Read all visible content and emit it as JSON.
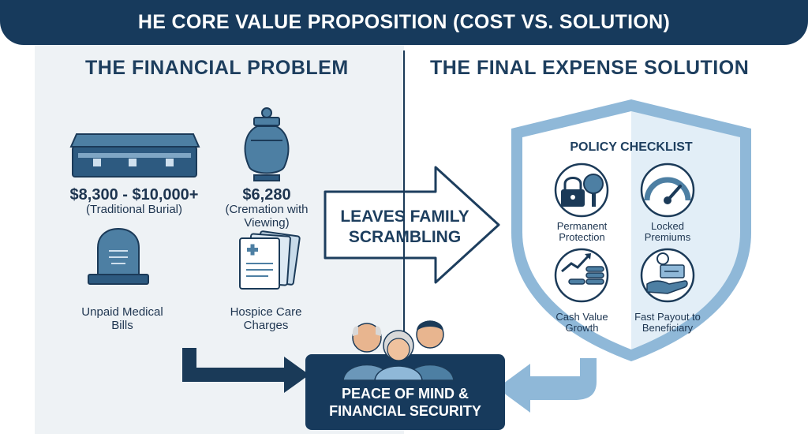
{
  "banner": {
    "title": "HE CORE VALUE PROPOSITION (COST VS. SOLUTION)"
  },
  "left": {
    "heading": "THE FINANCIAL PROBLEM",
    "items": [
      {
        "amount": "$8,300 - $10,000+",
        "detail": "(Traditional Burial)",
        "icon": "casket-icon"
      },
      {
        "amount": "$6,280",
        "detail": "(Cremation with Viewing)",
        "icon": "urn-icon"
      },
      {
        "amount": "",
        "detail": "Unpaid Medical Bills",
        "icon": "headstone-icon"
      },
      {
        "amount": "",
        "detail": "Hospice Care Charges",
        "icon": "documents-icon"
      }
    ]
  },
  "arrow": {
    "text": "LEAVES FAMILY SCRAMBLING"
  },
  "right": {
    "heading": "THE FINAL EXPENSE SOLUTION",
    "checklist_title": "POLICY CHECKLIST",
    "checks": [
      {
        "label": "Permanent Protection",
        "icon": "lock-tree-icon"
      },
      {
        "label": "Locked Premiums",
        "icon": "gauge-icon"
      },
      {
        "label": "Cash Value Growth",
        "icon": "growth-coins-icon"
      },
      {
        "label": "Fast Payout to Beneficiary",
        "icon": "payout-hand-icon"
      }
    ]
  },
  "footer": {
    "text": "PEACE OF MIND & FINANCIAL SECURITY",
    "icon": "family-icon"
  },
  "colors": {
    "navy": "#173a5c",
    "steel": "#4d7fa3",
    "light_blue": "#8fb8d8",
    "panel": "#eef2f5"
  }
}
